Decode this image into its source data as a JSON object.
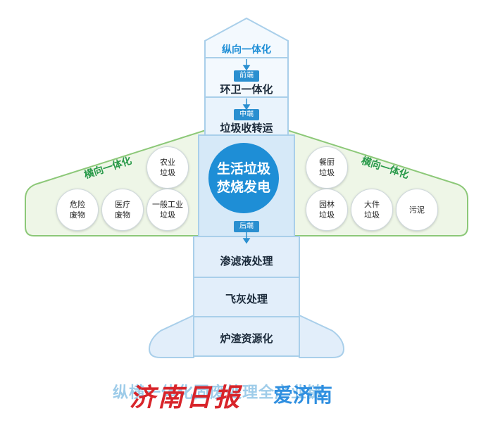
{
  "title": "纵向一体化",
  "stages": [
    {
      "tag": "前端",
      "label": "环卫一体化"
    },
    {
      "tag": "中端",
      "label": "垃圾收转运"
    },
    {
      "tag": "后端",
      "label": "渗滤液处理"
    }
  ],
  "lower_stages": [
    "飞灰处理",
    "炉渣资源化"
  ],
  "hub": "生活垃圾\n焚烧发电",
  "left_wing": {
    "heading": "横向一体化",
    "items": [
      "农业\n垃圾",
      "危险\n废物",
      "医疗\n废物",
      "一般工业\n垃圾"
    ]
  },
  "right_wing": {
    "heading": "横向一体化",
    "items": [
      "餐厨\n垃圾",
      "园林\n垃圾",
      "大件\n垃圾",
      "污泥"
    ]
  },
  "footer_caption": "纵横一体化固废处理全产业链",
  "watermarks": [
    "济南日报",
    "爱济南"
  ],
  "colors": {
    "wing_fill": "#eef6e7",
    "wing_stroke": "#8cc878",
    "body_fill": "#e6f1fb",
    "body_stroke": "#a9cfea",
    "hub": "#1e8ed6",
    "tag": "#2a8fd0",
    "green_text": "#2a9a4a"
  }
}
